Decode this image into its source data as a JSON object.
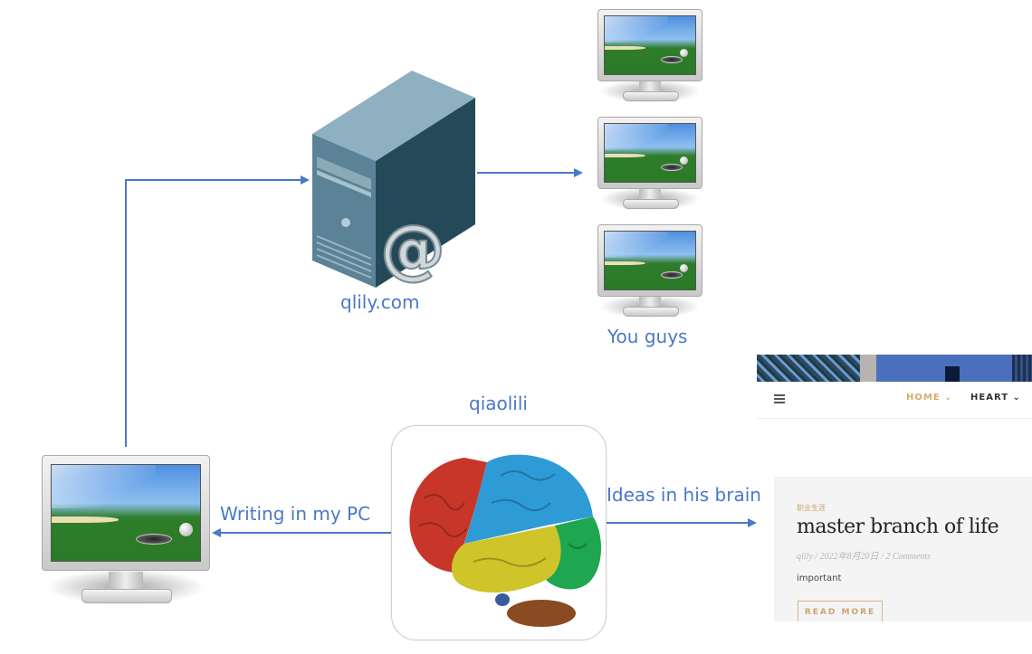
{
  "diagram": {
    "nodes": {
      "server": {
        "label": "qlily.com",
        "icon": "server-tower-icon",
        "badge_glyph": "@"
      },
      "clients": {
        "label": "You guys",
        "icon": "monitor-icon",
        "count": 3
      },
      "author_pc": {
        "label": "",
        "icon": "monitor-icon"
      },
      "brain": {
        "label": "qiaolili",
        "icon": "brain-icon"
      }
    },
    "edges": [
      {
        "from": "author_pc",
        "to": "server",
        "label": ""
      },
      {
        "from": "server",
        "to": "clients",
        "label": ""
      },
      {
        "from": "brain",
        "to": "author_pc",
        "label": "Writing in my PC"
      },
      {
        "from": "brain",
        "to": "blog_preview",
        "label": "Ideas in his brain"
      }
    ]
  },
  "blog_preview": {
    "nav": {
      "menu_icon": "hamburger-icon",
      "items": [
        {
          "label": "HOME",
          "active": true
        },
        {
          "label": "HEART",
          "active": false
        }
      ]
    },
    "post": {
      "category": "职业生涯",
      "title": "master branch of life",
      "meta": "qlily / 2022年8月20日 / 2 Comments",
      "excerpt": "important",
      "read_more": "READ MORE"
    },
    "colors": {
      "accent": "#d6ab6e",
      "banner": "#3a67b0"
    }
  },
  "colors": {
    "connector": "#4a78c8",
    "label": "#4a78c8"
  }
}
